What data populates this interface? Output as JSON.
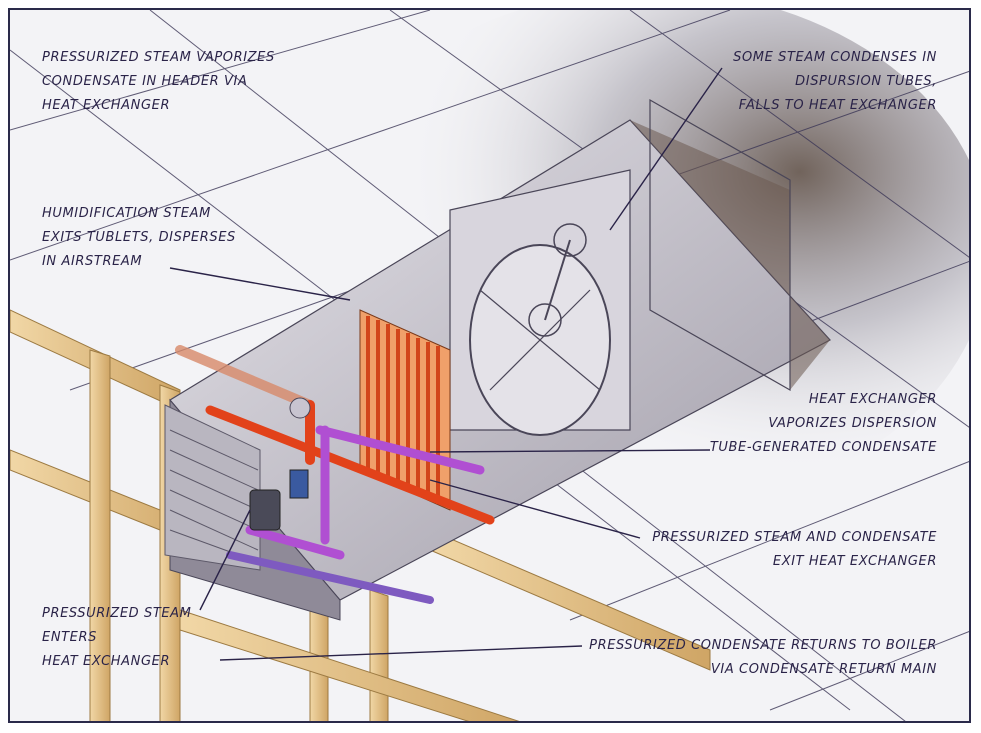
{
  "labels": {
    "header_condensate": {
      "lines": [
        "PRESSURIZED STEAM VAPORIZES",
        "CONDENSATE IN HEADER VIA",
        "HEAT EXCHANGER"
      ]
    },
    "dispersion_tubes": {
      "lines": [
        "SOME STEAM CONDENSES IN",
        "DISPURSION TUBES,",
        "FALLS TO HEAT EXCHANGER"
      ]
    },
    "humidification": {
      "lines": [
        "HUMIDIFICATION STEAM",
        "EXITS TUBLETS, DISPERSES",
        "IN AIRSTREAM"
      ]
    },
    "heat_exchanger": {
      "lines": [
        "HEAT EXCHANGER",
        "VAPORIZES DISPERSION",
        "TUBE-GENERATED CONDENSATE"
      ]
    },
    "exit": {
      "lines": [
        "PRESSURIZED STEAM AND CONDENSATE",
        "EXIT HEAT EXCHANGER"
      ]
    },
    "enters": {
      "lines": [
        "PRESSURIZED STEAM",
        "ENTERS",
        "HEAT EXCHANGER"
      ]
    },
    "returns": {
      "lines": [
        "PRESSURIZED CONDENSATE RETURNS TO BOILER",
        "VIA CONDENSATE RETURN MAIN"
      ]
    }
  },
  "colors": {
    "ceiling_grid": "#3b3656",
    "duct": "#c9c6cf",
    "steam_pipe": "#e2421a",
    "condensate_pipe": "#b04fd2",
    "tubes": "#e8642b",
    "wood": "#e7c48a",
    "leader": "#2a2348"
  }
}
